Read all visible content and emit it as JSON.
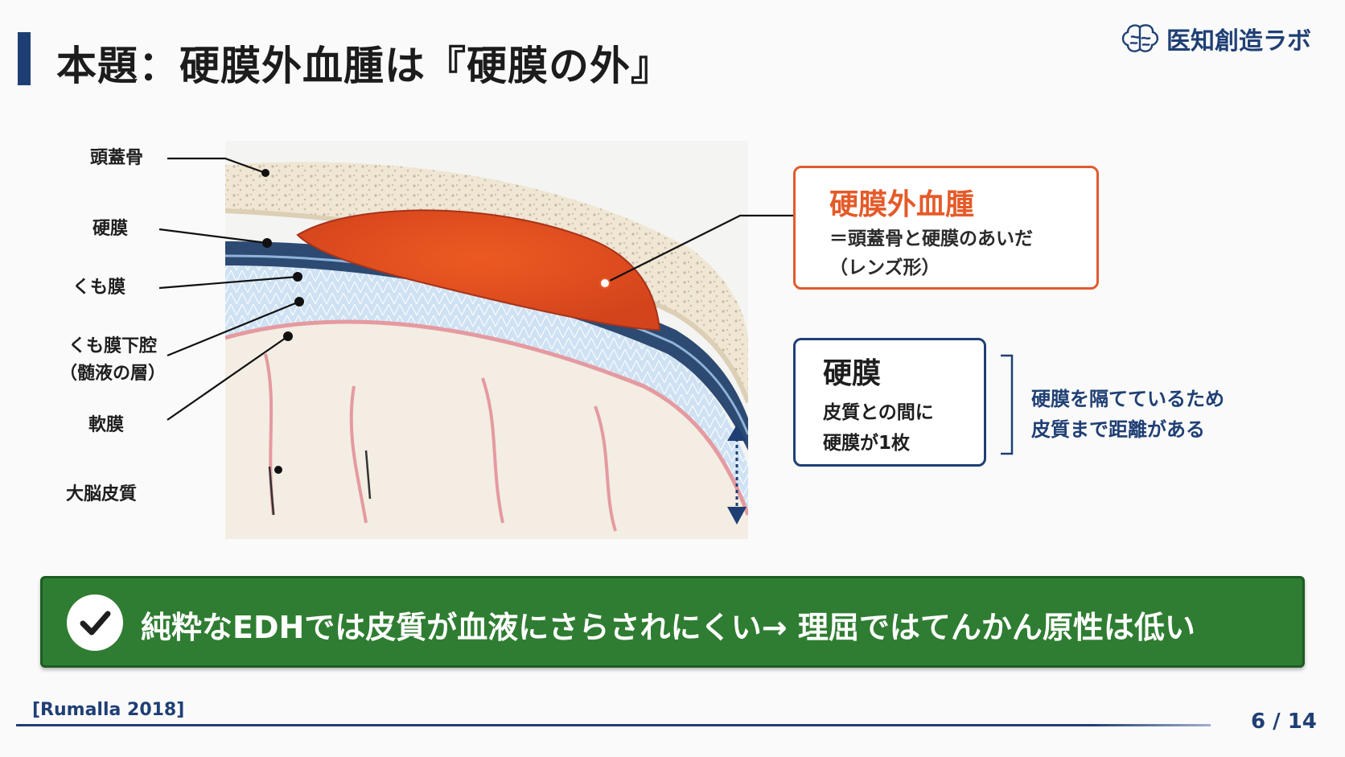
{
  "title": "本題：硬膜外血腫は『硬膜の外』",
  "logo": {
    "text": "医知創造ラボ",
    "icon": "brain-icon"
  },
  "labels": {
    "skull": "頭蓋骨",
    "dura": "硬膜",
    "arachnoid": "くも膜",
    "subarachnoid_1": "くも膜下腔",
    "subarachnoid_2": "（髄液の層）",
    "pia": "軟膜",
    "cortex": "大脳皮質"
  },
  "edh_box": {
    "title": "硬膜外血腫",
    "line1": "＝頭蓋骨と硬膜のあいだ",
    "line2": "（レンズ形）"
  },
  "dura_box": {
    "title": "硬膜",
    "line1": "皮質との間に",
    "line2": "硬膜が1枚"
  },
  "side_note": {
    "line1": "硬膜を隔てているため",
    "line2": "皮質まで距離がある"
  },
  "banner": {
    "text": "純粋なEDHでは皮質が血液にさらされにくい→ 理屈ではてんかん原性は低い",
    "icon": "check-icon"
  },
  "footer": {
    "reference": "[Rumalla 2018]",
    "page": "6 / 14"
  },
  "colors": {
    "navy": "#1f3f74",
    "hematoma": "#e55a28",
    "banner_green": "#2f7d32"
  }
}
